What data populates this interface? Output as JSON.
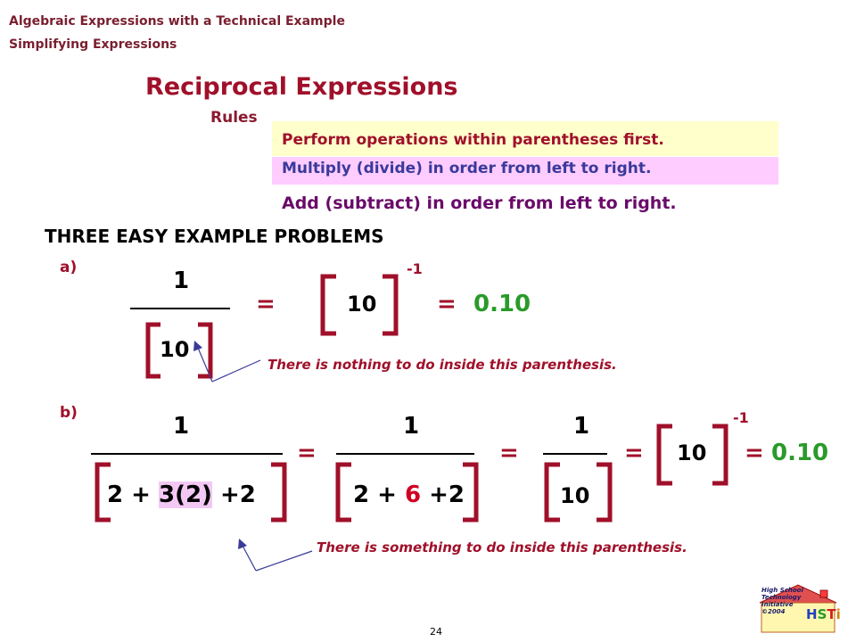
{
  "header": {
    "line1": "Algebraic Expressions with a Technical Example",
    "line2": "Simplifying Expressions"
  },
  "title": "Reciprocal Expressions",
  "rules": {
    "label": "Rules",
    "items": [
      "Perform operations within parentheses first.",
      "Multiply (divide) in order from left to right.",
      "Add (subtract) in order from left to right."
    ]
  },
  "section_heading": "THREE EASY EXAMPLE PROBLEMS",
  "example_a": {
    "label": "a)",
    "numerator": "1",
    "denominator": "10",
    "eq1": "=",
    "inner": "10",
    "exponent": "-1",
    "eq2": "=",
    "result": "0.10",
    "note": "There is nothing to do inside this parenthesis."
  },
  "example_b": {
    "label": "b)",
    "frac1_num": "1",
    "frac1_den_a": "2 + ",
    "frac1_den_b": "3(2)",
    "frac1_den_c": " +2",
    "eq1": "=",
    "frac2_num": "1",
    "frac2_den_a": "2 + ",
    "frac2_den_b": "6",
    "frac2_den_c": " +2",
    "eq2": "=",
    "frac3_num": "1",
    "frac3_den": "10",
    "eq3": "=",
    "inner": "10",
    "exponent": "-1",
    "eq4": "=",
    "result": "0.10",
    "note": "There is something to do inside this parenthesis."
  },
  "page_number": "24",
  "logo": {
    "lines": [
      "High School",
      "Technology",
      "Initiative",
      "©2004"
    ],
    "letters": [
      "H",
      "S",
      "T",
      "i"
    ]
  },
  "colors": {
    "bracket": "#a0102a",
    "band_yellow": "#ffffcc",
    "band_pink": "#ffccff",
    "highlight": "#f4c8f4",
    "result_green": "#2a9a2a"
  }
}
